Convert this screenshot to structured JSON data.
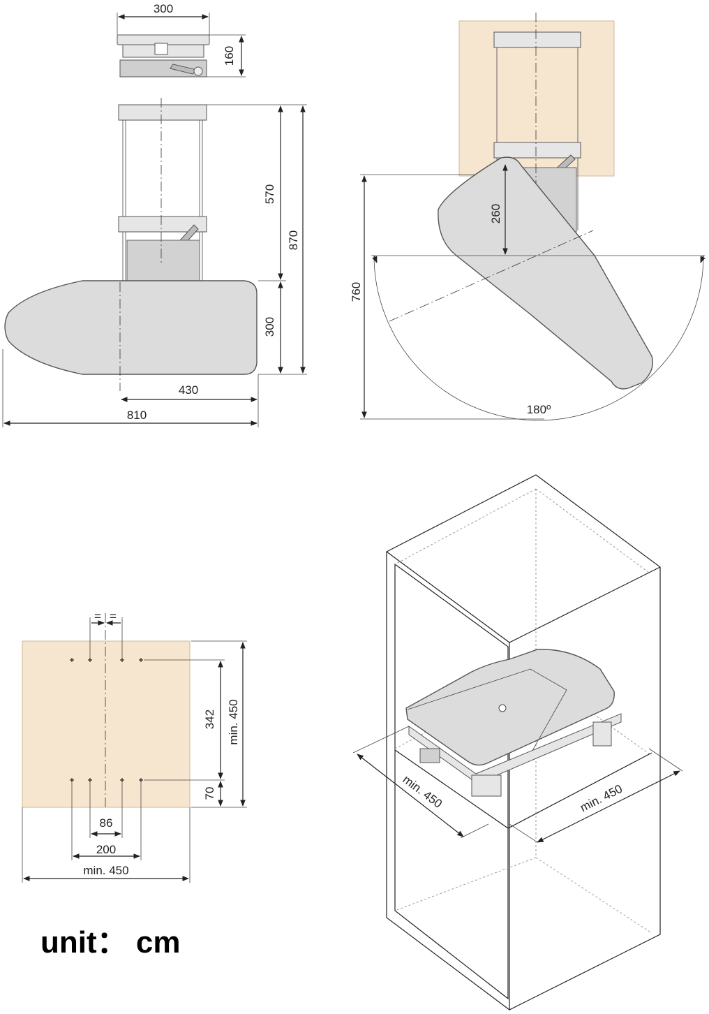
{
  "dimensions": {
    "top_view_width": "300",
    "top_view_height": "160",
    "rail_length": "570",
    "total_height": "870",
    "board_width": "300",
    "rail_offset": "430",
    "board_length": "810",
    "swing_depth": "260",
    "swing_total": "760",
    "swing_angle": "180º",
    "hole_equal_left": "=",
    "hole_equal_right": "=",
    "hole_vertical_spacing": "342",
    "panel_min_height": "min. 450",
    "hole_bottom_offset": "70",
    "hole_inner_spacing": "86",
    "hole_outer_spacing": "200",
    "panel_min_width": "min. 450",
    "cabinet_min_depth": "min. 450",
    "cabinet_min_width": "min. 450"
  },
  "unit_label": "unit： cm",
  "colors": {
    "board": "#dcdcdc",
    "wood_panel": "#f7e6cf",
    "line": "#222222"
  }
}
